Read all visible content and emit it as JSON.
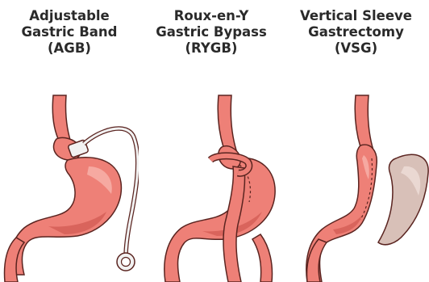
{
  "procedures": [
    {
      "title_line1": "Adjustable",
      "title_line2": "Gastric Band",
      "title_line3": "(AGB)"
    },
    {
      "title_line1": "Roux-en-Y",
      "title_line2": "Gastric Bypass",
      "title_line3": "(RYGB)"
    },
    {
      "title_line1": "Vertical Sleeve",
      "title_line2": "Gastrectomy",
      "title_line3": "(VSG)"
    }
  ],
  "colors": {
    "tissue": "#ee8077",
    "tissue_shadow": "#d9645c",
    "tissue_highlight": "#f6a9a1",
    "outline": "#5a2420",
    "removed": "#d8c0b8",
    "device": "#f2f2f2"
  }
}
